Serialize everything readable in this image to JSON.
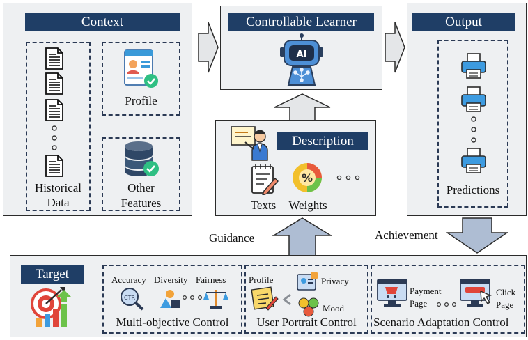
{
  "context": {
    "title": "Context",
    "profile_label": "Profile",
    "historical_label_1": "Historical",
    "historical_label_2": "Data",
    "other_label_1": "Other",
    "other_label_2": "Features"
  },
  "learner": {
    "title": "Controllable Learner",
    "ai_text": "AI"
  },
  "output": {
    "title": "Output",
    "predictions_label": "Predictions"
  },
  "description": {
    "title": "Description",
    "texts_label": "Texts",
    "weights_label": "Weights",
    "weights_symbol": "%"
  },
  "flow": {
    "guidance": "Guidance",
    "achievement": "Achievement"
  },
  "target": {
    "title": "Target",
    "multi": {
      "accuracy": "Accuracy",
      "diversity": "Diversity",
      "fairness": "Fairness",
      "label": "Multi-objective Control",
      "ctr_icon_text": "CTR"
    },
    "portrait": {
      "profile": "Profile",
      "privacy": "Privacy",
      "mood": "Mood",
      "label": "User Portrait Control"
    },
    "scenario": {
      "payment_1": "Payment",
      "payment_2": "Page",
      "click_1": "Click",
      "click_2": "Page",
      "label": "Scenario Adaptation Control"
    }
  }
}
